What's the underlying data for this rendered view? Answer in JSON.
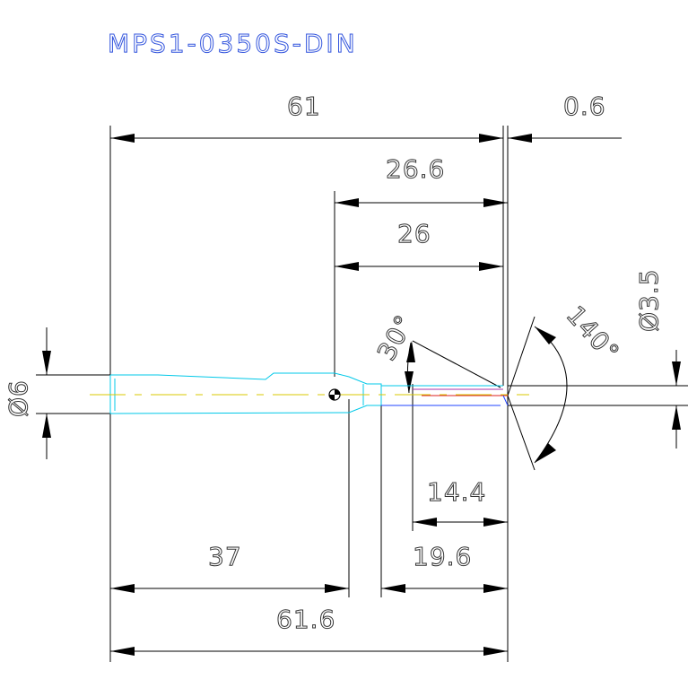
{
  "title": "MPS1-0350S-DIN",
  "dimensions": {
    "overall_length": "61",
    "tip_offset": "0.6",
    "flute_to_tip_total": "26.6",
    "flute_to_tip": "26",
    "shank_diameter": "Ø6",
    "tip_diameter": "Ø3.5",
    "helix_angle": "30°",
    "point_angle": "140°",
    "cutting_length": "14.4",
    "neck_length": "19.6",
    "shank_length": "37",
    "total_length": "61.6"
  },
  "colors": {
    "outline": "#00c8e8",
    "centerline": "#d8c800",
    "cutting_edge": "#dd2222",
    "text": "#333333",
    "title": "#3355dd"
  }
}
